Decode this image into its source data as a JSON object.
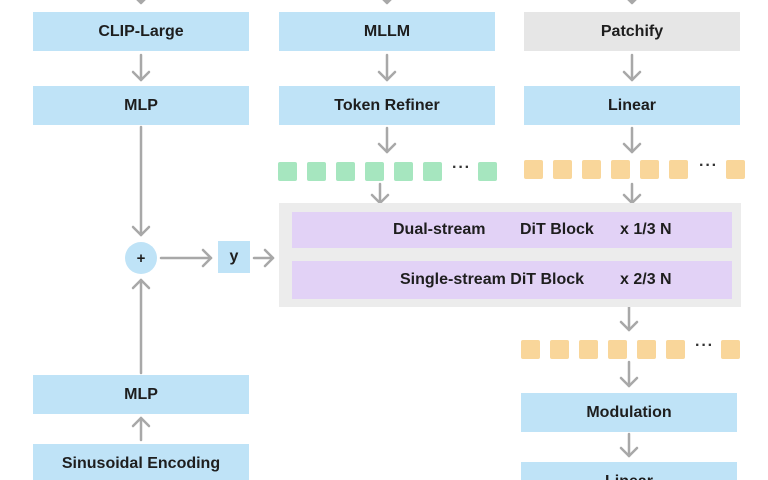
{
  "left_column": {
    "clip_label": "CLIP-Large",
    "mlp_top_label": "MLP",
    "plus_symbol": "+",
    "y_label": "y",
    "mlp_bottom_label": "MLP",
    "sinusoidal_label": "Sinusoidal Encoding"
  },
  "middle_column": {
    "mllm_label": "MLLM",
    "token_refiner_label": "Token Refiner",
    "ellipsis": "···"
  },
  "right_column": {
    "patchify_label": "Patchify",
    "linear_top_label": "Linear",
    "ellipsis_top": "···",
    "ellipsis_bottom": "···",
    "modulation_label": "Modulation",
    "linear_bottom_label": "Linear"
  },
  "dit": {
    "dual_part1": "Dual-stream",
    "dual_part2": "DiT Block",
    "dual_mult": "x 1/3 N",
    "single_label": "Single-stream DiT Block",
    "single_mult": "x 2/3 N"
  },
  "colors": {
    "blue_box": "#bfe3f7",
    "gray_box": "#e6e6e6",
    "green_token": "#a6e6bf",
    "orange_token": "#f9d69a",
    "purple_block": "#e2d2f6",
    "panel_gray": "#ececec",
    "arrow_gray": "#a8a8a8"
  }
}
